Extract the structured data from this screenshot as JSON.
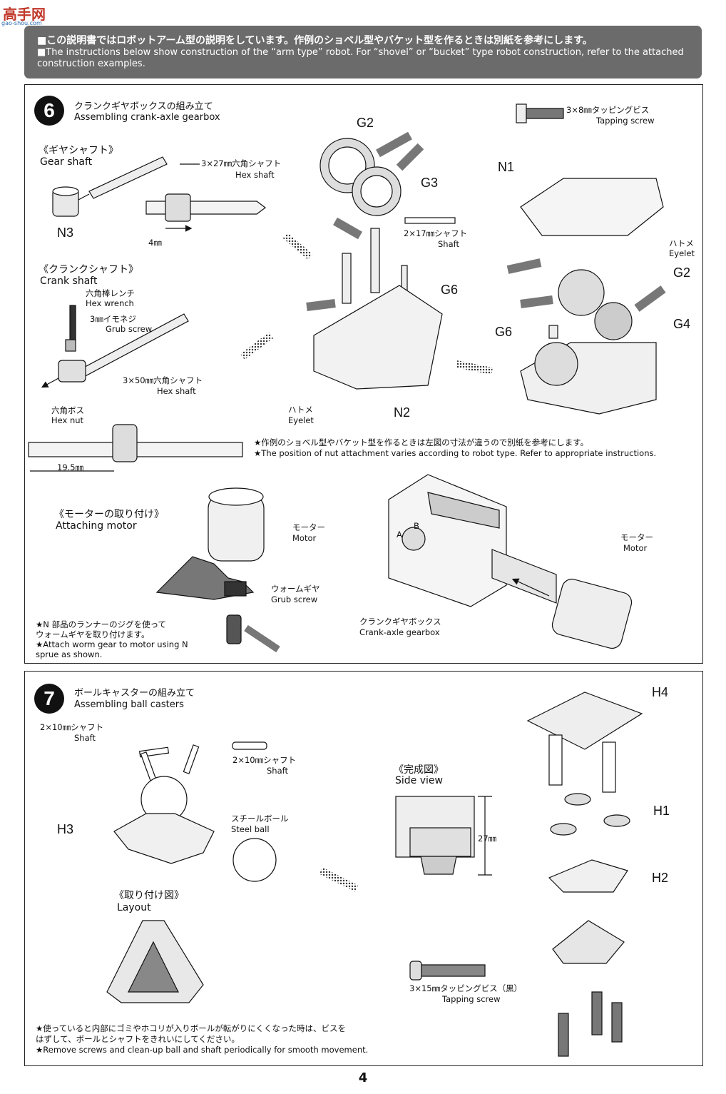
{
  "watermark": {
    "text": "高手网",
    "sub": "gao-shou.com"
  },
  "banner": {
    "jp": "■この説明書ではロボットアーム型の説明をしています。作例のショベル型やバケット型を作るときは別紙を参考にします。",
    "en": "■The instructions below show construction of the “arm type” robot. For “shovel” or “bucket” type robot construction, refer to the attached construction examples."
  },
  "step6": {
    "number": "6",
    "title_jp": "クランクギヤボックスの組み立て",
    "title_en": "Assembling crank-axle gearbox",
    "gear_shaft": {
      "jp": "《ギヤシャフト》",
      "en": "Gear shaft"
    },
    "hex_shaft_27": {
      "jp": "3×27㎜六角シャフト",
      "en": "Hex shaft"
    },
    "part_n3": "N3",
    "dim_4mm": "4㎜",
    "crank_shaft": {
      "jp": "《クランクシャフト》",
      "en": "Crank shaft"
    },
    "hex_wrench": {
      "jp": "六角棒レンチ",
      "en": "Hex wrench"
    },
    "grub_screw": {
      "jp": "3㎜イモネジ",
      "en": "Grub screw"
    },
    "hex_shaft_50": {
      "jp": "3×50㎜六角シャフト",
      "en": "Hex shaft"
    },
    "hex_nut": {
      "jp": "六角ボス",
      "en": "Hex nut"
    },
    "dim_19_5": "19.5㎜",
    "parts": {
      "g2": "G2",
      "g3": "G3",
      "g6": "G6",
      "n2": "N2",
      "n1": "N1",
      "g4": "G4"
    },
    "shaft_17": {
      "jp": "2×17㎜シャフト",
      "en": "Shaft"
    },
    "eyelet": {
      "jp": "ハトメ",
      "en": "Eyelet"
    },
    "tapping_8": {
      "jp": "3×8㎜タッピングビス",
      "en": "Tapping screw"
    },
    "note_jp": "★作例のショベル型やバケット型を作るときは左図の寸法が違うので別紙を参考にします。",
    "note_en": "★The position of nut attachment varies according to robot type. Refer to appropriate instructions.",
    "attach_motor": {
      "jp": "《モーターの取り付け》",
      "en": "Attaching motor"
    },
    "motor": {
      "jp": "モーター",
      "en": "Motor"
    },
    "worm_gear": {
      "jp": "ウォームギヤ",
      "en": "Grub screw"
    },
    "motor_note": [
      "★N 部品のランナーのジグを使って",
      "ウォームギヤを取り付けます。",
      "★Attach worm gear to motor using N",
      "sprue as shown."
    ],
    "crank_gearbox": {
      "jp": "クランクギヤボックス",
      "en": "Crank-axle gearbox"
    },
    "letter_a": "A",
    "letter_b": "B"
  },
  "step7": {
    "number": "7",
    "title_jp": "ボールキャスターの組み立て",
    "title_en": "Assembling ball casters",
    "shaft_10a": {
      "jp": "2×10㎜シャフト",
      "en": "Shaft"
    },
    "shaft_10b": {
      "jp": "2×10㎜シャフト",
      "en": "Shaft"
    },
    "steel_ball": {
      "jp": "スチールボール",
      "en": "Steel ball"
    },
    "part_h3": "H3",
    "side_view": {
      "jp": "《完成図》",
      "en": "Side view"
    },
    "dim_27": "27㎜",
    "layout": {
      "jp": "《取り付け図》",
      "en": "Layout"
    },
    "parts": {
      "h4": "H4",
      "h1": "H1",
      "h2": "H2"
    },
    "tapping_15": {
      "jp": "3×15㎜タッピングビス（黒）",
      "en": "Tapping screw"
    },
    "note": [
      "★使っていると内部にゴミやホコリが入りボールが転がりにくくなった時は、ビスを",
      "はずして、ボールとシャフトをきれいにしてください。",
      "★Remove screws and clean-up ball and shaft periodically for smooth movement."
    ]
  },
  "page_number": "4"
}
